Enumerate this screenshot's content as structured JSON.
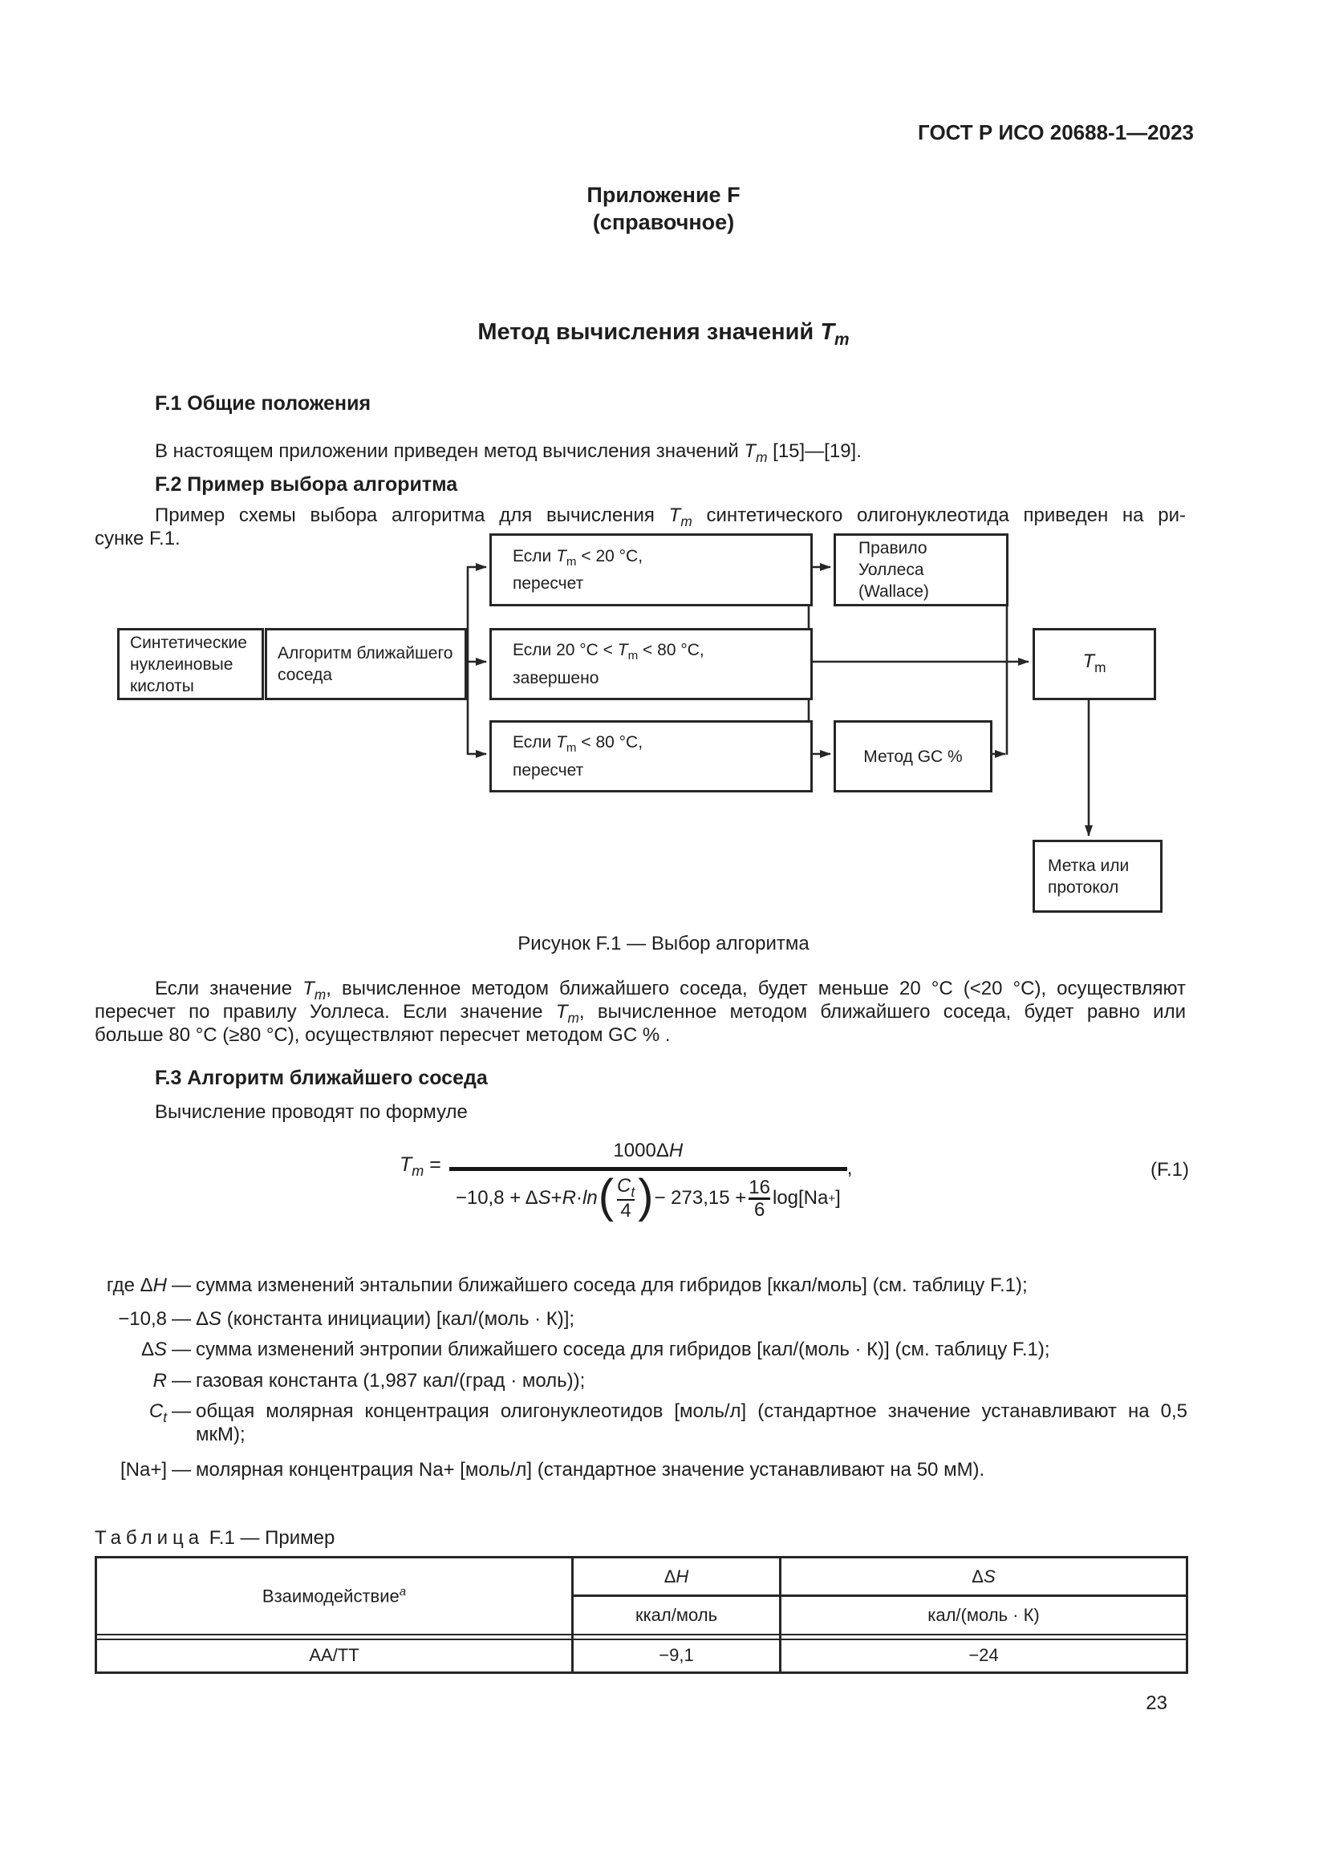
{
  "page": {
    "doc_code": "ГОСТ Р ИСО 20688-1—2023",
    "appendix_label": "Приложение F",
    "appendix_kind": "(справочное)",
    "title_prefix": "Метод вычисления значений ",
    "var_T": "T",
    "var_m": "m",
    "page_number": "23"
  },
  "f1": {
    "heading": "F.1  Общие положения",
    "para_a": "В настоящем приложении приведен метод вычисления значений ",
    "para_b": " [15]—[19]."
  },
  "f2": {
    "heading": "F.2  Пример выбора алгоритма",
    "line1_a": "Пример схемы выбора алгоритма для вычисления ",
    "line1_b": " синтетического олигонуклеотида приведен на ри-",
    "line2": "сунке F.1."
  },
  "figure": {
    "caption": "Рисунок F.1 — Выбор алгоритма",
    "box_source": {
      "l1": "Синтетические",
      "l2": "нуклеиновые",
      "l3": "кислоты"
    },
    "box_algo": {
      "l1": "Алгоритм ближайшего",
      "l2": "соседа"
    },
    "box_cond1": {
      "pre": "Если ",
      "post": " < 20 °С,",
      "l2": "пересчет"
    },
    "box_cond2": {
      "pre": "Если 20 °С < ",
      "post": " < 80 °С,",
      "l2": "завершено"
    },
    "box_cond3": {
      "pre": "Если ",
      "post": " < 80 °С,",
      "l2": "пересчет"
    },
    "box_wallace": {
      "l1": "Правило",
      "l2": "Уоллеса",
      "l3": "(Wallace)"
    },
    "box_gc": {
      "label": "Метод GC %"
    },
    "box_out": {
      "l1": "Метка или",
      "l2": "протокол"
    }
  },
  "para_after_figure": {
    "l1a": "Если значение ",
    "l1b": ", вычисленное методом ближайшего соседа, будет меньше 20 °С (<20 °С), осуществляют",
    "l2a": "пересчет по правилу Уоллеса. Если значение ",
    "l2b": ", вычисленное методом ближайшего соседа, будет равно или",
    "l3": "больше 80 °С (≥80 °С), осуществляют пересчет методом GC % ."
  },
  "f3": {
    "heading": "F.3  Алгоритм ближайшего соседа",
    "intro": "Вычисление проводят по формуле"
  },
  "formula": {
    "eq": " =",
    "num_a": "1000Δ",
    "num_b": "H",
    "den_a": "−10,8 + Δ",
    "den_S": "S",
    "den_b": " + ",
    "den_R": "R",
    "den_c": " · ",
    "den_ln": "ln",
    "inner_C": "C",
    "inner_t": "t",
    "inner_den": "4",
    "den_d": " − 273,15 + ",
    "frac2_num": "16",
    "frac2_den": "6",
    "den_log": "log[Na",
    "den_plus": "+",
    "den_e": "]",
    "comma": ",",
    "tag": "(F.1)"
  },
  "definitions": {
    "rows": [
      {
        "lead": "где Δ",
        "term_it": "H",
        "dash": "—",
        "text": "сумма изменений энтальпии ближайшего соседа для гибридов [ккал/моль] (см. таблицу F.1);"
      },
      {
        "lead": "−10,8",
        "dash": "—",
        "text_pre": "Δ",
        "text_it": "S",
        "text": " (константа инициации) [кал/(моль · К)];"
      },
      {
        "lead": "Δ",
        "term_it": "S",
        "dash": "—",
        "text": "сумма изменений энтропии ближайшего соседа для гибридов [кал/(моль ·  К)] (см. таблицу F.1);"
      },
      {
        "lead": "",
        "term_it": "R",
        "dash": "—",
        "text": "газовая константа (1,987 кал/(град · моль));"
      },
      {
        "lead": "",
        "term_it": "C",
        "term_sub": "t",
        "dash": "—",
        "text": "общая молярная концентрация олигонуклеотидов [моль/л] (стандартное значение устанавливают на 0,5 мкМ);"
      },
      {
        "lead": "[Na+]",
        "dash": "—",
        "text": "молярная концентрация Na+ [моль/л] (стандартное значение устанавливают на 50 мМ)."
      }
    ]
  },
  "table": {
    "title_word": "Таблица",
    "title_rest": " F.1 — Пример",
    "col1_header": "Взаимодействие",
    "col1_footnote": "а",
    "dH_delta": "Δ",
    "dH_it": "H",
    "dS_delta": "Δ",
    "dS_it": "S",
    "unit_dH": "ккал/моль",
    "unit_dS": "кал/(моль · К)",
    "row": {
      "interaction": "АА/ТТ",
      "dH": "−9,1",
      "dS": "−24"
    }
  }
}
